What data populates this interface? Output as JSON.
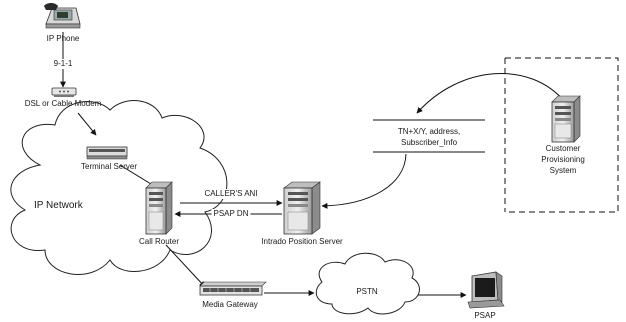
{
  "labels": {
    "ip_phone": "IP Phone",
    "dial": "9-1-1",
    "modem": "DSL or Cable Modem",
    "terminal_server": "Terminal Server",
    "ip_network": "IP Network",
    "call_router": "Call Router",
    "callers_ani": "CALLER'S ANI",
    "psap_dn": "PSAP DN",
    "intrado": "Intrado Position Server",
    "tn_line1": "TN+X/Y, address,",
    "tn_line2": "Subscriber_Info",
    "customer_line1": "Customer",
    "customer_line2": "Provisioning",
    "customer_line3": "System",
    "media_gateway": "Media Gateway",
    "pstn": "PSTN",
    "psap": "PSAP"
  },
  "icons": [
    "ip-phone-icon",
    "modem-icon",
    "terminal-server-icon",
    "call-router-icon",
    "intrado-server-icon",
    "customer-server-icon",
    "media-gateway-icon",
    "psap-computer-icon"
  ]
}
